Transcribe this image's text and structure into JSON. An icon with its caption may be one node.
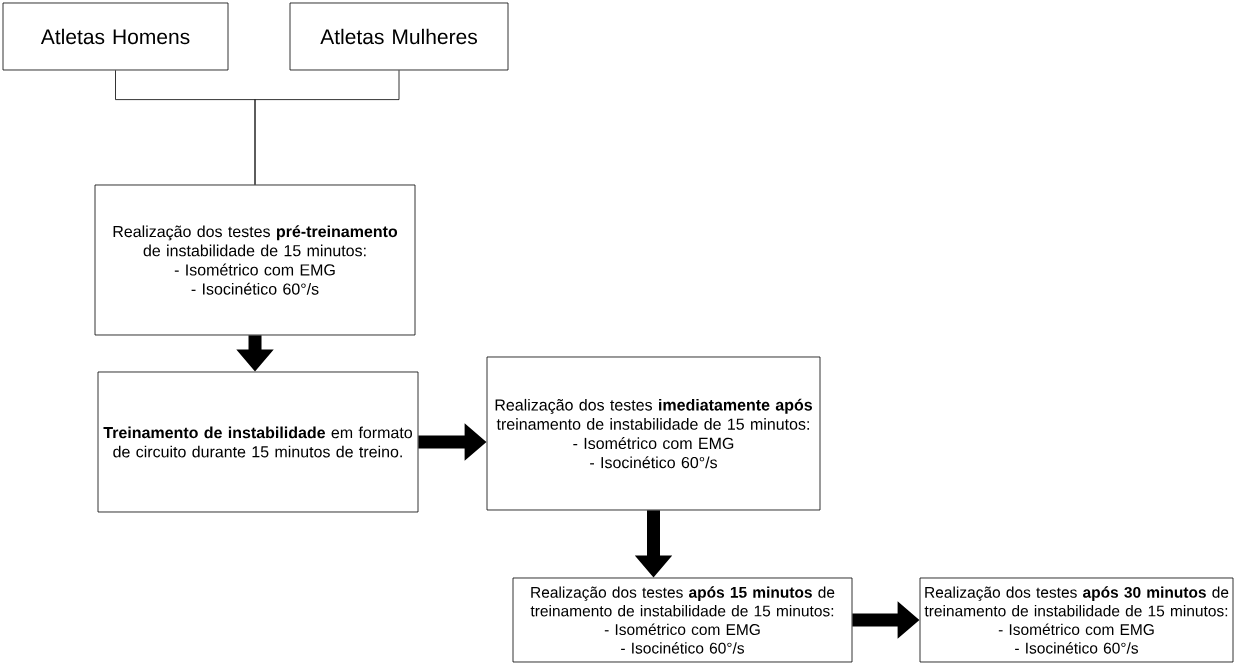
{
  "diagram": {
    "nodes": [
      {
        "text": [
          "Atletas Homens"
        ]
      },
      {
        "text": [
          "Atletas Mulheres"
        ]
      },
      {
        "text": [
          "Realização dos testes **pré-treinamento** de instabilidade de 15 minutos:",
          "- Isométrico com EMG",
          "- Isocinético 60°/s"
        ]
      },
      {
        "text": [
          "**Treinamento de instabilidade** em formato de circuito durante 15 minutos de treino."
        ]
      },
      {
        "text": [
          "Realização dos testes **imediatamente após** treinamento de instabilidade de 15 minutos:",
          "- Isométrico com EMG",
          "- Isocinético 60°/s"
        ]
      },
      {
        "text": [
          "Realização dos testes **após 15 minutos** de treinamento de instabilidade de 15 minutos:",
          "- Isométrico com EMG",
          "- Isocinético 60°/s"
        ]
      },
      {
        "text": [
          "Realização dos testes **após 30 minutos** de treinamento de instabilidade de 15 minutos:",
          "- Isométrico com EMG",
          "- Isocinético 60°/s"
        ]
      }
    ],
    "edges": [
      {
        "from": 0,
        "to": 2,
        "arrow": "none"
      },
      {
        "from": 1,
        "to": 2,
        "arrow": "none"
      },
      {
        "from": 2,
        "to": 3,
        "arrow": "to"
      },
      {
        "from": 3,
        "to": 4,
        "arrow": "to"
      },
      {
        "from": 4,
        "to": 5,
        "arrow": "to"
      },
      {
        "from": 5,
        "to": 6,
        "arrow": "to"
      }
    ]
  }
}
